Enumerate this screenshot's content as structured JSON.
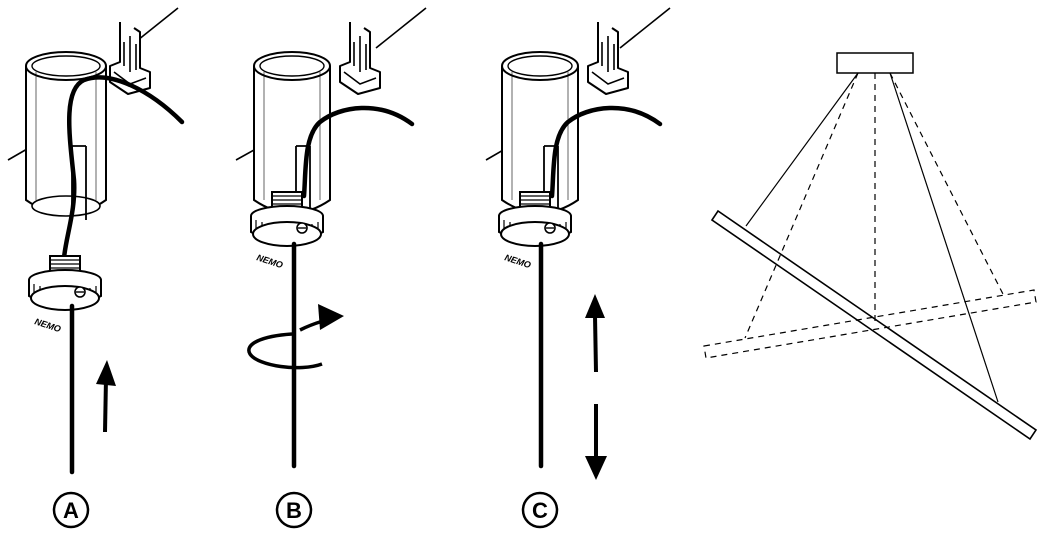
{
  "steps": [
    {
      "label": "A"
    },
    {
      "label": "B"
    },
    {
      "label": "C"
    }
  ],
  "brand_text": "NEMO",
  "colors": {
    "stroke": "#000000",
    "background": "#ffffff"
  },
  "icons": {
    "step_a": "insert-cable-into-knob-arrow-up",
    "step_b": "rotate-knob-clockwise",
    "step_c": "adjust-height-up-down",
    "overview": "pendant-light-suspended-tilted-bar"
  }
}
